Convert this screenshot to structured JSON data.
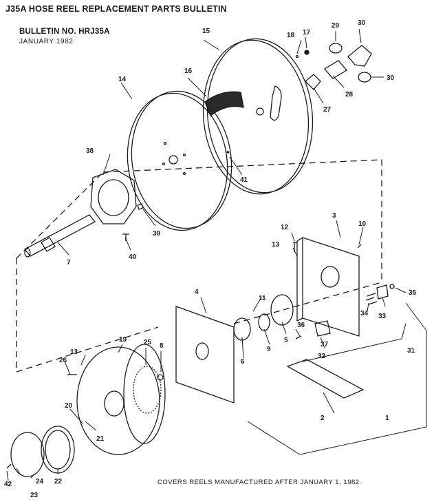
{
  "header": {
    "title": "J35A HOSE REEL REPLACEMENT PARTS BULLETIN",
    "bulletin_no": "BULLETIN NO. HRJ35A",
    "date": "JANUARY 1982"
  },
  "footer": {
    "note": "COVERS REELS MANUFACTURED AFTER JANUARY 1, 1982."
  },
  "diagram": {
    "part_labels": [
      "1",
      "2",
      "3",
      "4",
      "5",
      "6",
      "7",
      "8",
      "9",
      "10",
      "11",
      "12",
      "13",
      "13",
      "14",
      "15",
      "16",
      "17",
      "18",
      "19",
      "20",
      "21",
      "22",
      "23",
      "24",
      "25",
      "26",
      "27",
      "28",
      "29",
      "30",
      "30",
      "31",
      "32",
      "33",
      "34",
      "35",
      "36",
      "37",
      "38",
      "39",
      "40",
      "41",
      "42"
    ]
  }
}
